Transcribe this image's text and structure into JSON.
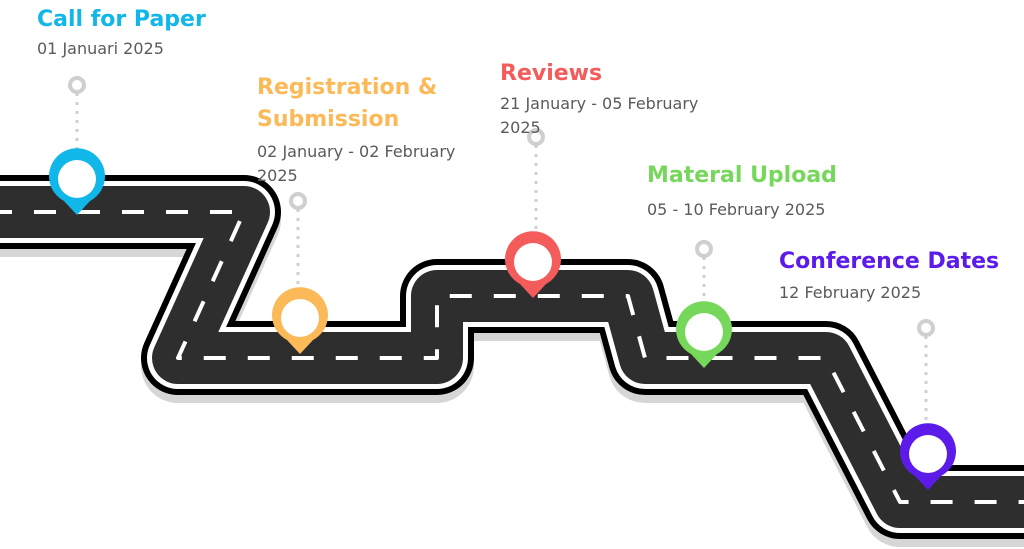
{
  "milestones": [
    {
      "title": "Call for Paper",
      "date": "01 Januari 2025",
      "color": "#10b7e8",
      "icon": "map-pin-icon"
    },
    {
      "title": "Registration & Submission",
      "date": "02 January - 02 February 2025",
      "color": "#fbb957",
      "icon": "map-pin-icon"
    },
    {
      "title": "Reviews",
      "date": "21 January - 05 February 2025",
      "color": "#f45c5c",
      "icon": "map-pin-icon"
    },
    {
      "title": "Materal Upload",
      "date": "05 - 10 February 2025",
      "color": "#76d85a",
      "icon": "map-pin-icon"
    },
    {
      "title": "Conference Dates",
      "date": "12 February 2025",
      "color": "#5c1be8",
      "icon": "map-pin-icon"
    }
  ],
  "colors": {
    "road": "#2e2e2e",
    "road_edge": "#ffffff",
    "road_shadow": "#d6d6d6",
    "lane_marking": "#ffffff",
    "connector": "#cfcfcf"
  }
}
